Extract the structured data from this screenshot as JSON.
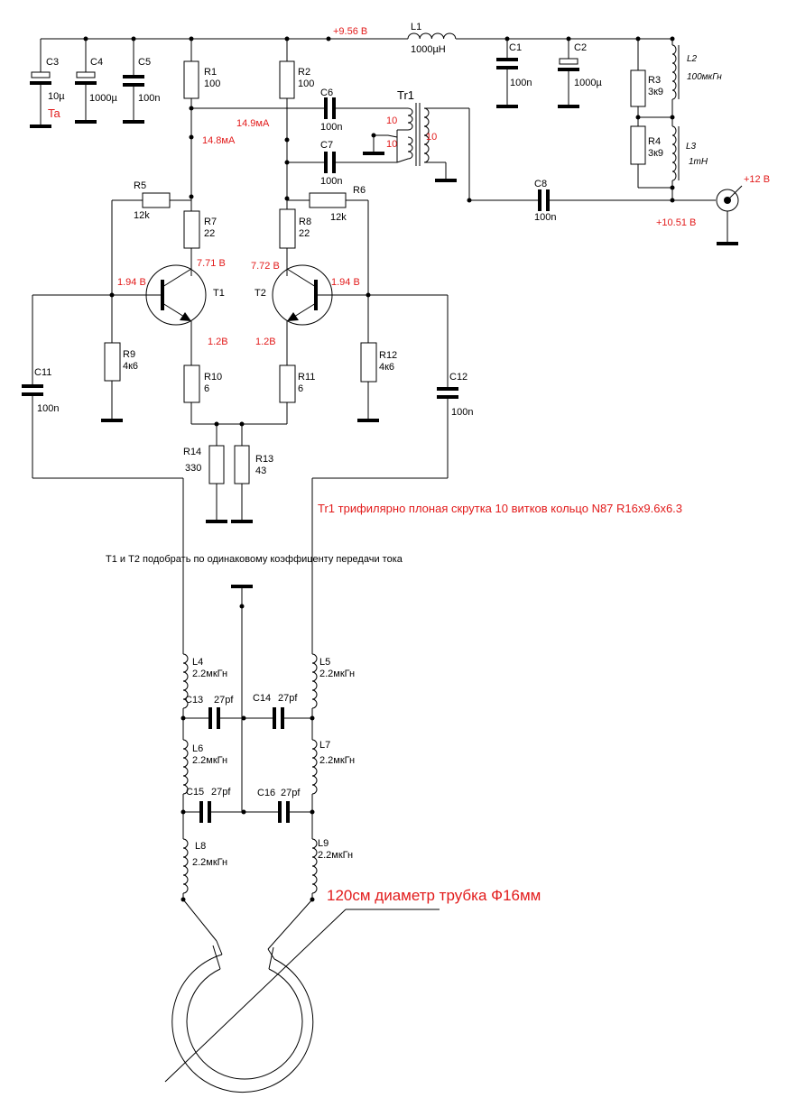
{
  "labels": {
    "v956": "+9.56 В",
    "l1_name": "L1",
    "l1_val": "1000µH",
    "c1_name": "C1",
    "c1_val": "100n",
    "c2_name": "C2",
    "c2_val": "1000µ",
    "c3_name": "C3",
    "c3_val": "10µ",
    "c4_name": "C4",
    "c4_val": "1000µ",
    "c5_name": "C5",
    "c5_val": "100n",
    "ta": "Ta",
    "r1_name": "R1",
    "r1_val": "100",
    "r2_name": "R2",
    "r2_val": "100",
    "c6_name": "C6",
    "c6_val": "100n",
    "c7_name": "C7",
    "c7_val": "100n",
    "tr1": "Tr1",
    "tr_w1": "10",
    "tr_w2": "10",
    "tr_w3": "10",
    "i149": "14.9мА",
    "i148": "14.8мА",
    "l2_name": "L2",
    "l2_val": "100мкГн",
    "r3_name": "R3",
    "r3_val": "3к9",
    "r4_name": "R4",
    "r4_val": "3к9",
    "l3_name": "L3",
    "l3_val": "1mH",
    "c8_name": "C8",
    "c8_val": "100n",
    "v12": "+12 В",
    "v1051": "+10.51 В",
    "r5_name": "R5",
    "r5_val": "12k",
    "r6_name": "R6",
    "r6_val": "12k",
    "r7_name": "R7",
    "r7_val": "22",
    "r8_name": "R8",
    "r8_val": "22",
    "v771": "7.71 В",
    "v772": "7.72 В",
    "vb1": "1.94 В",
    "vb2": "1.94 В",
    "t1": "T1",
    "t2": "T2",
    "ve1": "1.2В",
    "ve2": "1.2В",
    "r9_name": "R9",
    "r9_val": "4к6",
    "r12_name": "R12",
    "r12_val": "4к6",
    "r10_name": "R10",
    "r10_val": "6",
    "r11_name": "R11",
    "r11_val": "6",
    "c11_name": "C11",
    "c11_val": "100n",
    "c12_name": "C12",
    "c12_val": "100n",
    "r14_name": "R14",
    "r14_val": "330",
    "r13_name": "R13",
    "r13_val": "43",
    "note_tr1": "Tr1 трифилярно плоная скрутка 10 витков кольцо N87 R16x9.6x6.3",
    "note_t": "T1 и T2 подобрать по одинаковому коэффиценту передачи тока",
    "l4_name": "L4",
    "l4_val": "2.2мкГн",
    "l5_name": "L5",
    "l5_val": "2.2мкГн",
    "l6_name": "L6",
    "l6_val": "2.2мкГн",
    "l7_name": "L7",
    "l7_val": "2.2мкГн",
    "l8_name": "L8",
    "l8_val": "2.2мкГн",
    "l9_name": "L9",
    "l9_val": "2.2мкГн",
    "c13": "C13",
    "c13_val": "27pf",
    "c14": "C14",
    "c14_val": "27pf",
    "c15": "C15",
    "c15_val": "27pf",
    "c16": "C16",
    "c16_val": "27pf",
    "loop_note": "120см диаметр трубка Ф16мм"
  }
}
